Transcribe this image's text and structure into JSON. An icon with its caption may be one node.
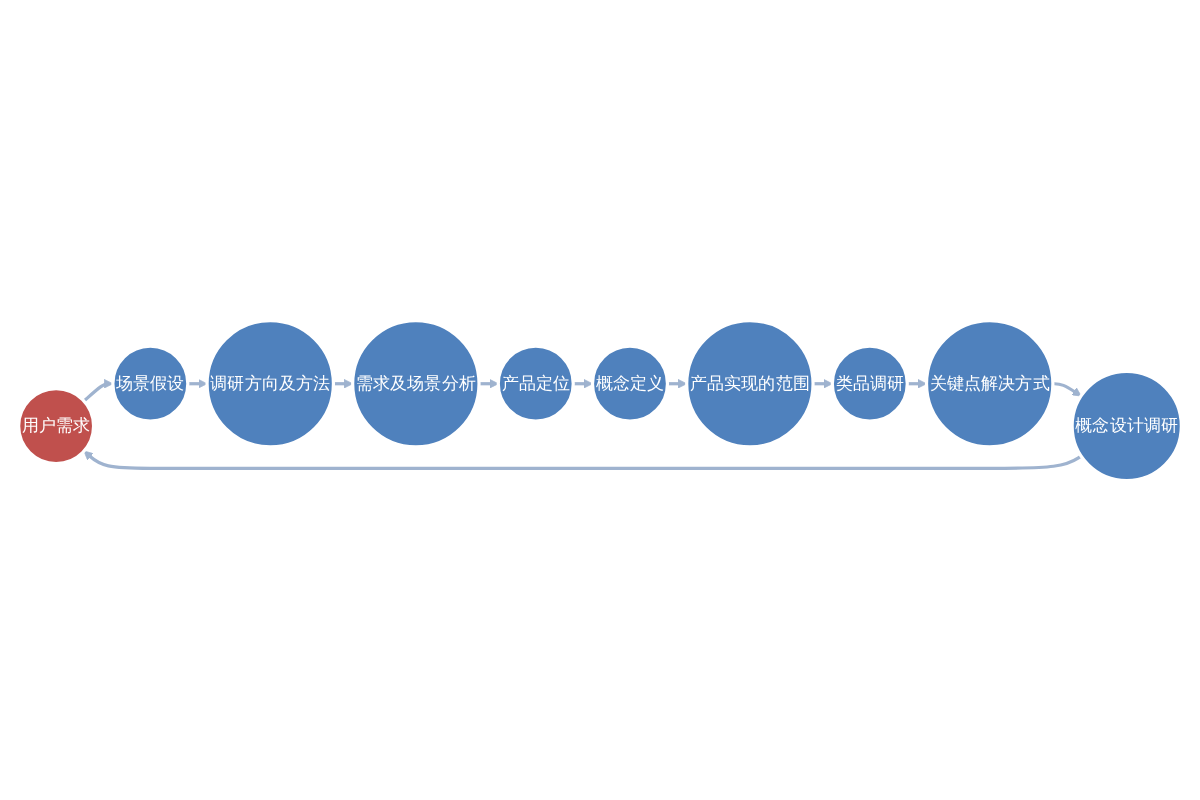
{
  "diagram": {
    "nodes": [
      {
        "text": [
          "用户需求"
        ]
      },
      {
        "text": [
          "场景假设"
        ]
      },
      {
        "text": [
          "调研方向及方法"
        ]
      },
      {
        "text": [
          "需求及场景分析"
        ]
      },
      {
        "text": [
          "产品定位"
        ]
      },
      {
        "text": [
          "概念定义"
        ]
      },
      {
        "text": [
          "产品实现的范围"
        ]
      },
      {
        "text": [
          "类品调研"
        ]
      },
      {
        "text": [
          "关键点解决方式"
        ]
      },
      {
        "text": [
          "概念设计调研"
        ]
      }
    ],
    "edges": [
      {
        "from": 0,
        "to": 1,
        "arrow": "to"
      },
      {
        "from": 1,
        "to": 2,
        "arrow": "to"
      },
      {
        "from": 2,
        "to": 3,
        "arrow": "to"
      },
      {
        "from": 3,
        "to": 4,
        "arrow": "to"
      },
      {
        "from": 4,
        "to": 5,
        "arrow": "to"
      },
      {
        "from": 5,
        "to": 6,
        "arrow": "to"
      },
      {
        "from": 6,
        "to": 7,
        "arrow": "to"
      },
      {
        "from": 7,
        "to": 8,
        "arrow": "to"
      },
      {
        "from": 8,
        "to": 9,
        "arrow": "to"
      },
      {
        "from": 9,
        "to": 0,
        "arrow": "to"
      }
    ]
  }
}
